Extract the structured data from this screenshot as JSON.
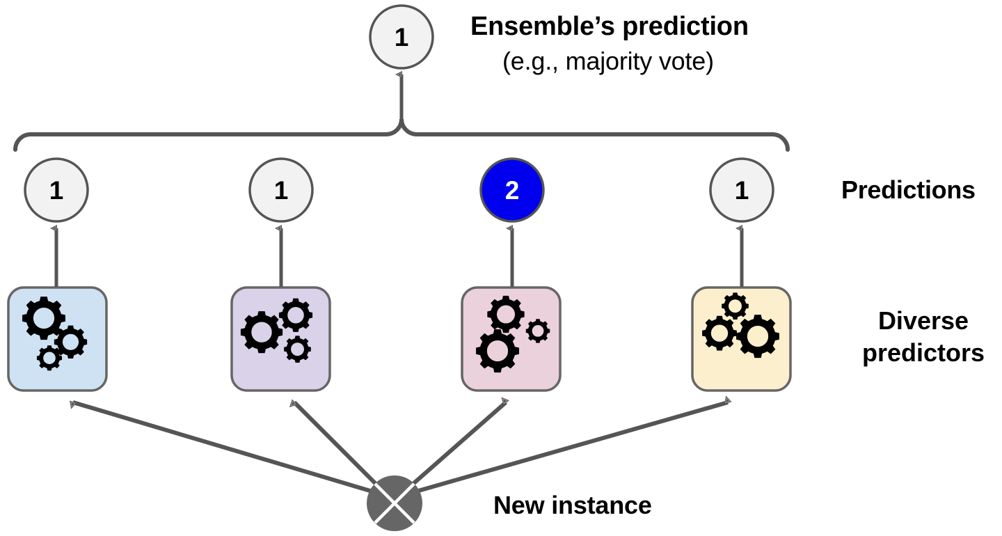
{
  "diagram": {
    "title_bold": "Ensemble’s prediction",
    "title_sub": "(e.g., majority vote)",
    "labels": {
      "predictions": "Predictions",
      "diverse_predictors": "Diverse predictors",
      "new_instance": "New instance"
    },
    "ensemble_node": {
      "value": "1",
      "fill": "#f2f2f2",
      "stroke": "#555555",
      "text_color": "#000000"
    },
    "prediction_nodes": [
      {
        "value": "1",
        "fill": "#f2f2f2",
        "stroke": "#555555",
        "text_color": "#000000",
        "highlighted": false
      },
      {
        "value": "1",
        "fill": "#f2f2f2",
        "stroke": "#555555",
        "text_color": "#000000",
        "highlighted": false
      },
      {
        "value": "2",
        "fill": "#0000ee",
        "stroke": "#555555",
        "text_color": "#ffffff",
        "highlighted": true
      },
      {
        "value": "1",
        "fill": "#f2f2f2",
        "stroke": "#555555",
        "text_color": "#000000",
        "highlighted": false
      }
    ],
    "predictor_boxes": [
      {
        "name": "predictor-1",
        "fill": "#cfe2f3",
        "stroke": "#666666",
        "icon": "gears-icon"
      },
      {
        "name": "predictor-2",
        "fill": "#d9d2e9",
        "stroke": "#666666",
        "icon": "gears-icon"
      },
      {
        "name": "predictor-3",
        "fill": "#ead1dc",
        "stroke": "#666666",
        "icon": "gears-icon"
      },
      {
        "name": "predictor-4",
        "fill": "#fcefcd",
        "stroke": "#666666",
        "icon": "gears-icon"
      }
    ],
    "instance_node": {
      "icon": "crossed-circle-icon",
      "fill": "#666666",
      "cross_color": "#ffffff"
    },
    "connector_color": "#555555",
    "brace": {
      "color": "#555555",
      "style": "curly-brace-up"
    }
  }
}
